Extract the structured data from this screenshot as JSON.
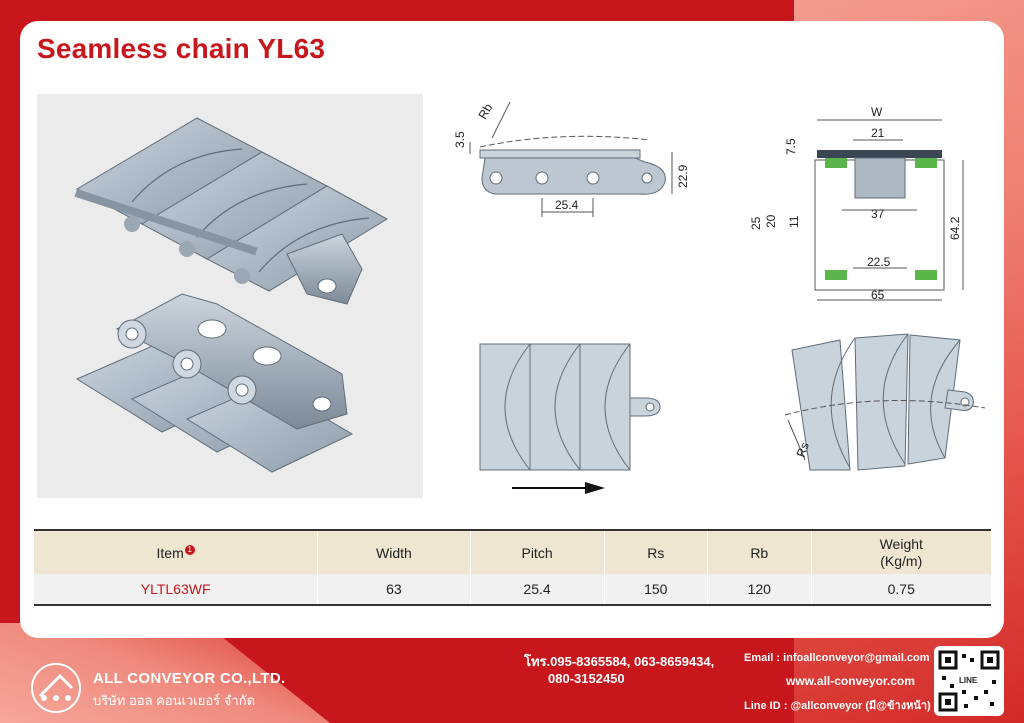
{
  "title": "Seamless chain YL63",
  "drawings": {
    "side": {
      "rb": "Rb",
      "h1": "3.5",
      "h2": "22.9",
      "pitch": "25.4"
    },
    "front": {
      "w": "W",
      "top1": "7.5",
      "top2": "21",
      "mid": "37",
      "left1": "25",
      "left2": "20",
      "left3": "11",
      "right": "64.2",
      "bot1": "22.5",
      "bot2": "65"
    },
    "side_curve": {
      "rs": "Rs"
    }
  },
  "table": {
    "headers": {
      "item": "Item",
      "item_note": "1",
      "width": "Width",
      "pitch": "Pitch",
      "rs": "Rs",
      "rb": "Rb",
      "weight_line1": "Weight",
      "weight_line2": "(Kg/m)"
    },
    "rows": [
      {
        "item": "YLTL63WF",
        "width": "63",
        "pitch": "25.4",
        "rs": "150",
        "rb": "120",
        "weight": "0.75"
      }
    ]
  },
  "footer": {
    "company_en": "ALL CONVEYOR CO.,LTD.",
    "company_th": "บริษัท ออล คอนเวเยอร์ จำกัด",
    "phone_line1": "โทร.095-8365584, 063-8659434,",
    "phone_line2": "080-3152450",
    "email": "Email : infoallconveyor@gmail.com",
    "website": "www.all-conveyor.com",
    "line_id": "Line ID : @allconveyor (มี@ข้างหน้า)",
    "qr_label": "LINE"
  }
}
